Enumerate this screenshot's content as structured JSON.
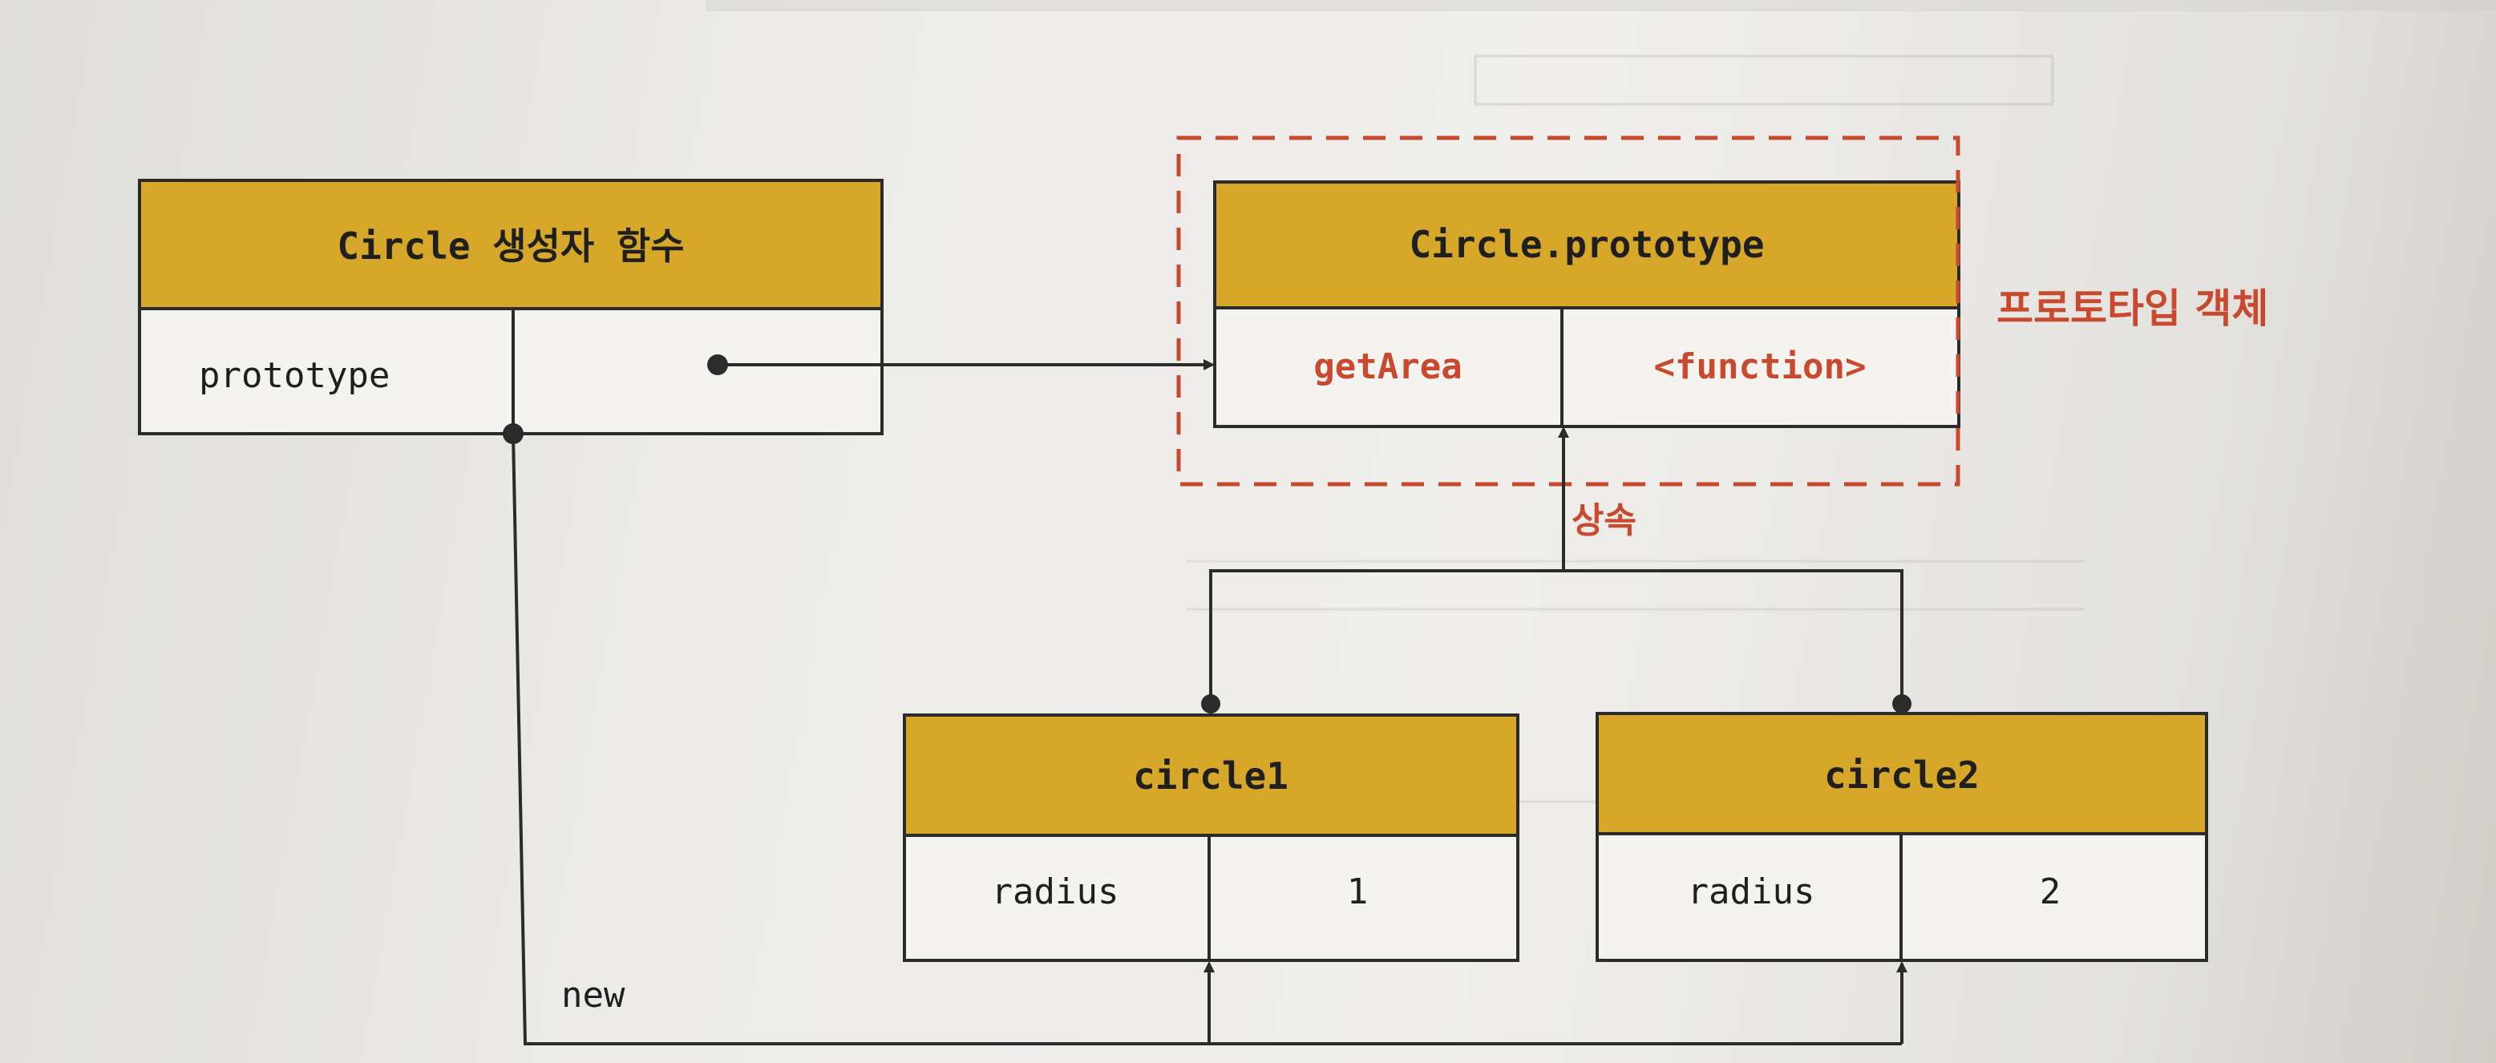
{
  "constructor_box": {
    "title": "Circle 생성자 함수",
    "key": "prototype"
  },
  "prototype_box": {
    "title": "Circle.prototype",
    "key": "getArea",
    "value": "<function>"
  },
  "prototype_label": "프로토타입 객체",
  "inherit_label": "상속",
  "new_label": "new",
  "instances": [
    {
      "title": "circle1",
      "key": "radius",
      "value": "1"
    },
    {
      "title": "circle2",
      "key": "radius",
      "value": "2"
    }
  ],
  "colors": {
    "header": "#d7a72a",
    "accent": "#c8492e",
    "line": "#2b2b2b"
  }
}
